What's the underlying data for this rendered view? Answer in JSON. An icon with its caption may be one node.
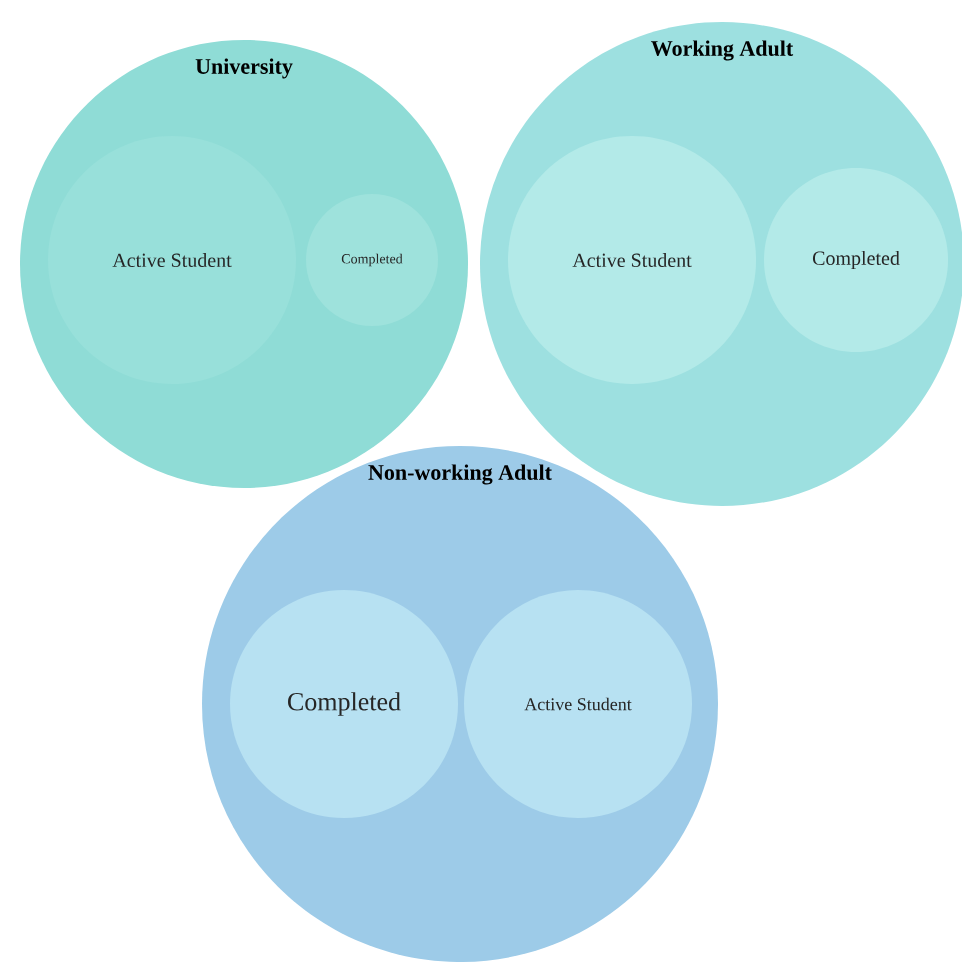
{
  "diagram": {
    "nodes": [
      {
        "text": [
          "University"
        ]
      },
      {
        "text": [
          "Active Student"
        ],
        "in": 0
      },
      {
        "text": [
          "Completed"
        ],
        "in": 0
      },
      {
        "text": [
          "Working Adult"
        ]
      },
      {
        "text": [
          "Active Student"
        ],
        "in": 3
      },
      {
        "text": [
          "Completed"
        ],
        "in": 3
      },
      {
        "text": [
          "Non-working Adult"
        ]
      },
      {
        "text": [
          "Completed"
        ],
        "in": 6
      },
      {
        "text": [
          "Active Student"
        ],
        "in": 6
      }
    ]
  }
}
